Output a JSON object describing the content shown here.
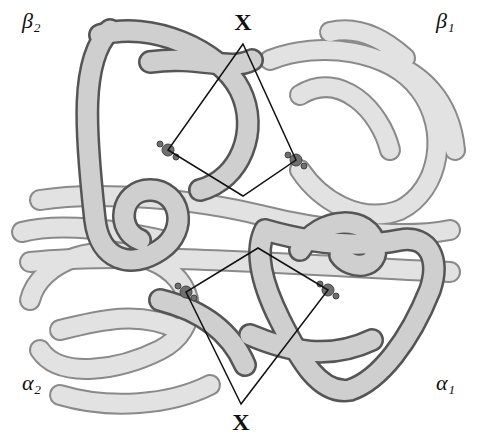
{
  "diagram": {
    "labels": [
      "β₂",
      "X",
      "β₁",
      "α₂",
      "α₁",
      "X"
    ]
  }
}
